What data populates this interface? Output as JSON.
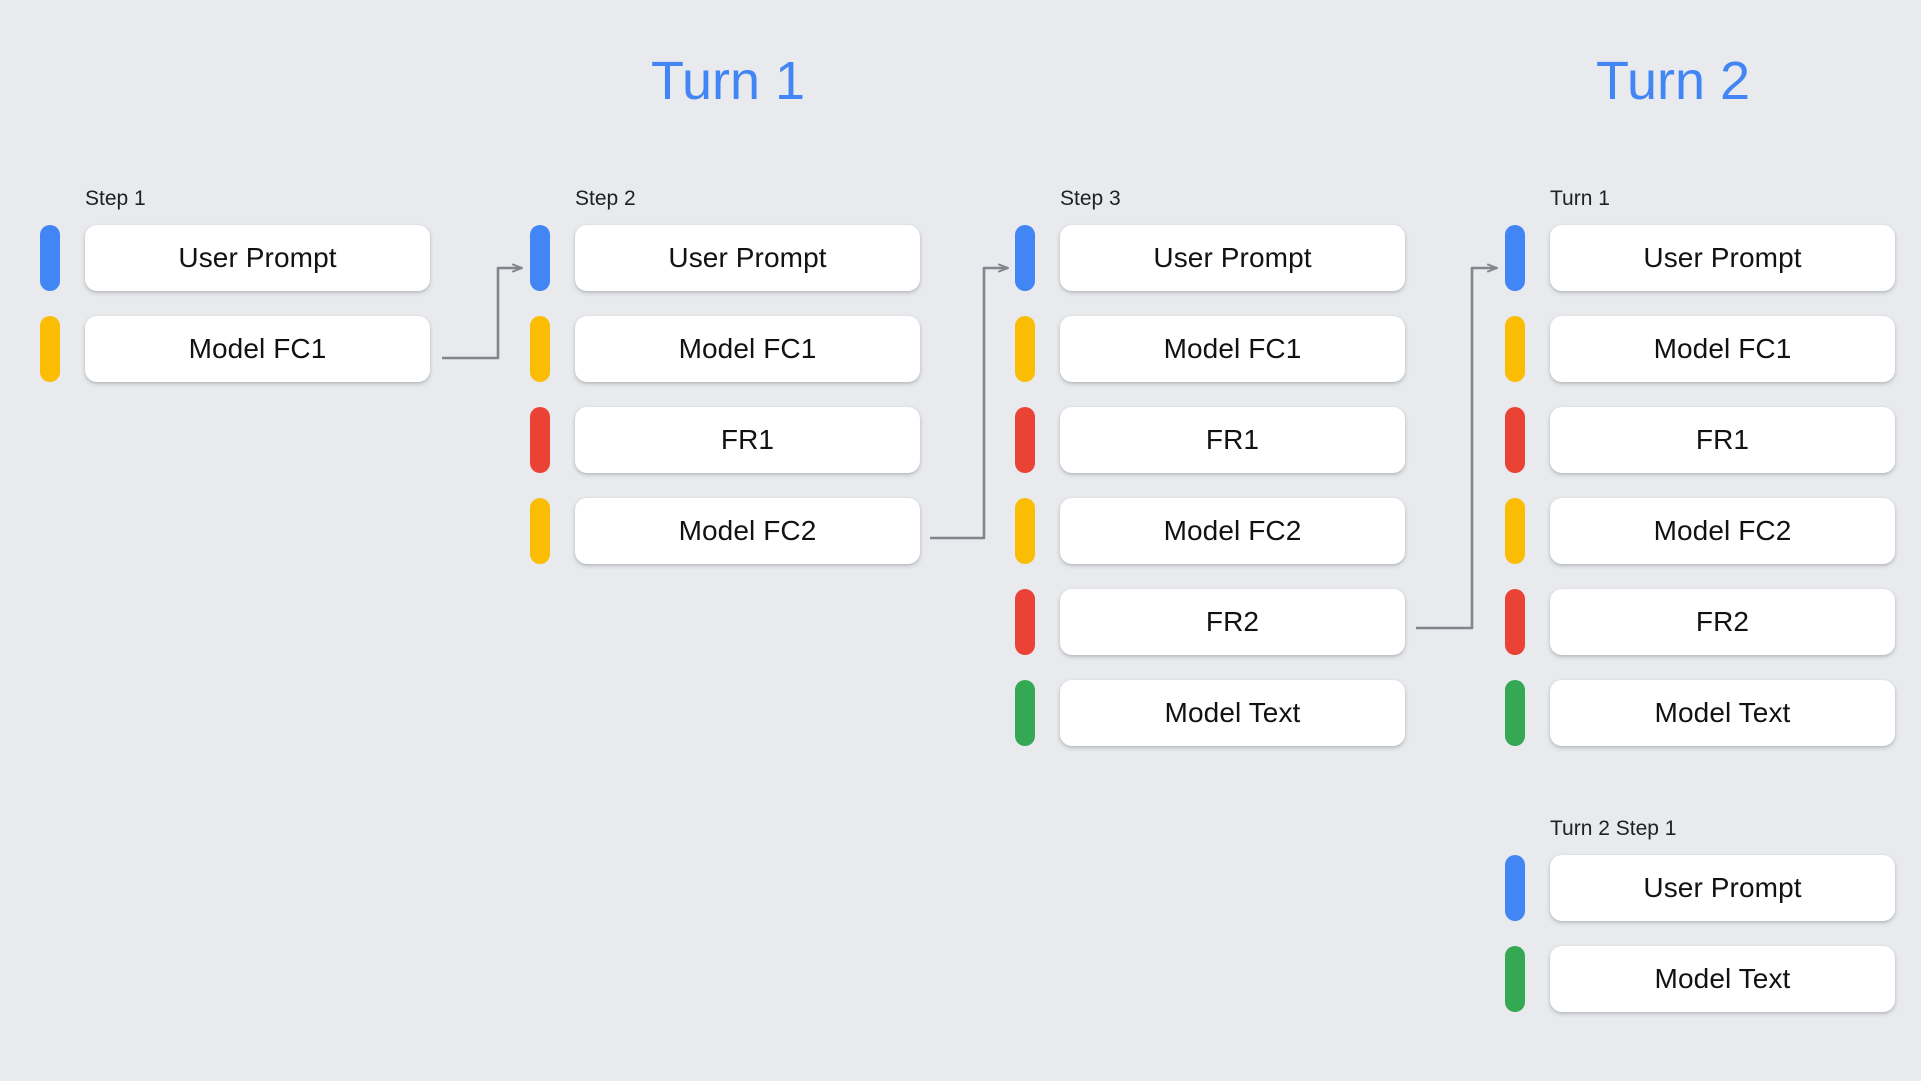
{
  "background_color": "#e8eaed",
  "palette": {
    "blue": "#4285F4",
    "yellow": "#FBBC04",
    "red": "#EA4335",
    "green": "#34A853",
    "arrow": "#80868b",
    "card": "#ffffff",
    "text": "#111214",
    "label": "#202124"
  },
  "sections": [
    {
      "id": "turn1",
      "title": "Turn 1"
    },
    {
      "id": "turn2",
      "title": "Turn 2"
    }
  ],
  "columns": [
    {
      "id": "step-1",
      "label": "Step 1",
      "rows": [
        {
          "label": "User Prompt",
          "color": "blue"
        },
        {
          "label": "Model FC1",
          "color": "yellow"
        }
      ]
    },
    {
      "id": "step-2",
      "label": "Step 2",
      "rows": [
        {
          "label": "User Prompt",
          "color": "blue"
        },
        {
          "label": "Model FC1",
          "color": "yellow"
        },
        {
          "label": "FR1",
          "color": "red"
        },
        {
          "label": "Model FC2",
          "color": "yellow"
        }
      ]
    },
    {
      "id": "step-3",
      "label": "Step 3",
      "rows": [
        {
          "label": "User Prompt",
          "color": "blue"
        },
        {
          "label": "Model FC1",
          "color": "yellow"
        },
        {
          "label": "FR1",
          "color": "red"
        },
        {
          "label": "Model FC2",
          "color": "yellow"
        },
        {
          "label": "FR2",
          "color": "red"
        },
        {
          "label": "Model Text",
          "color": "green"
        }
      ]
    },
    {
      "id": "turn-1-history",
      "label": "Turn 1",
      "rows": [
        {
          "label": "User Prompt",
          "color": "blue"
        },
        {
          "label": "Model FC1",
          "color": "yellow"
        },
        {
          "label": "FR1",
          "color": "red"
        },
        {
          "label": "Model FC2",
          "color": "yellow"
        },
        {
          "label": "FR2",
          "color": "red"
        },
        {
          "label": "Model Text",
          "color": "green"
        }
      ]
    },
    {
      "id": "turn-2-step-1",
      "label": "Turn 2 Step 1",
      "rows": [
        {
          "label": "User Prompt",
          "color": "blue"
        },
        {
          "label": "Model Text",
          "color": "green"
        }
      ]
    }
  ],
  "connectors": [
    {
      "id": "step1-to-step2",
      "from": "Model FC1 (Step 1)",
      "to": "User Prompt (Step 2)"
    },
    {
      "id": "step2-to-step3",
      "from": "Model FC2 (Step 2)",
      "to": "User Prompt (Step 3)"
    },
    {
      "id": "step3-to-turn1",
      "from": "FR2 (Step 3)",
      "to": "User Prompt (Turn 1)"
    }
  ]
}
